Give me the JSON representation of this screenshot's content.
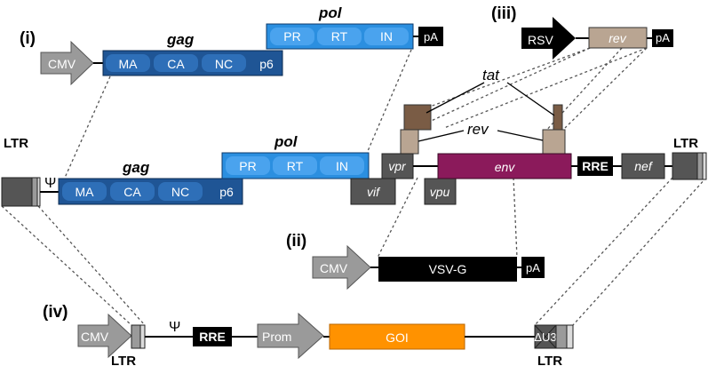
{
  "panels": {
    "i": "(i)",
    "ii": "(ii)",
    "iii": "(iii)",
    "iv": "(iv)"
  },
  "construct_i": {
    "promoter": "CMV",
    "gag": "gag",
    "gag_domains": [
      "MA",
      "CA",
      "NC",
      "p6"
    ],
    "pol": "pol",
    "pol_domains": [
      "PR",
      "RT",
      "IN"
    ],
    "polyA": "pA"
  },
  "genome": {
    "ltr_left": "LTR",
    "ltr_right": "LTR",
    "psi": "Ψ",
    "gag": "gag",
    "gag_domains": [
      "MA",
      "CA",
      "NC",
      "p6"
    ],
    "pol": "pol",
    "pol_domains": [
      "PR",
      "RT",
      "IN"
    ],
    "vif": "vif",
    "vpr": "vpr",
    "vpu": "vpu",
    "env": "env",
    "rre": "RRE",
    "nef": "nef",
    "tat": "tat",
    "rev": "rev"
  },
  "construct_ii": {
    "promoter": "CMV",
    "gene": "VSV-G",
    "polyA": "pA"
  },
  "construct_iii": {
    "promoter": "RSV",
    "gene": "rev",
    "polyA": "pA"
  },
  "construct_iv": {
    "promoter": "CMV",
    "ltr_left": "LTR",
    "psi": "Ψ",
    "rre": "RRE",
    "internal_promoter": "Prom",
    "gene": "GOI",
    "delta_u3": "ΔU3",
    "ltr_right": "LTR"
  },
  "colors": {
    "gag_dark": "#1f5595",
    "gag_domain": "#2e6fb8",
    "pol_light": "#2b8fe0",
    "pol_domain": "#4aa3ee",
    "env": "#8b1a5b",
    "gray_dark": "#555555",
    "gray_arrow": "#9a9a9a",
    "tan": "#b9a592",
    "brown": "#7a5c45",
    "orange": "#ff9200",
    "black": "#000000"
  }
}
